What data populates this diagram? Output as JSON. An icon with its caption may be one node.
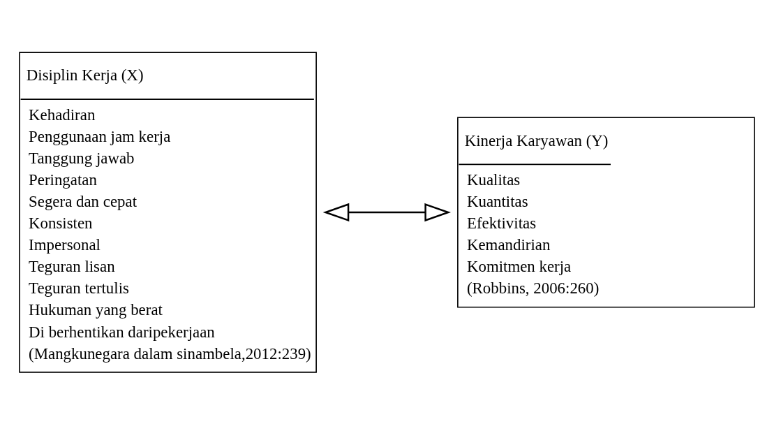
{
  "diagram": {
    "nodes": [
      {
        "text": [
          "Disiplin Kerja (X)",
          "Kehadiran",
          "Penggunaan jam kerja",
          "Tanggung jawab",
          "Peringatan",
          "Segera dan cepat",
          "Konsisten",
          "Impersonal",
          "Teguran lisan",
          "Teguran tertulis",
          "Hukuman yang berat",
          "Di berhentikan daripekerjaan",
          "(Mangkunegara dalam sinambela,2012:239)"
        ]
      },
      {
        "text": [
          "Kinerja Karyawan (Y)",
          "Kualitas",
          "Kuantitas",
          "Efektivitas",
          "Kemandirian",
          "Komitmen kerja",
          "(Robbins, 2006:260)"
        ]
      }
    ],
    "edges": [
      {
        "from": 0,
        "to": 1,
        "arrow": "both"
      }
    ]
  }
}
